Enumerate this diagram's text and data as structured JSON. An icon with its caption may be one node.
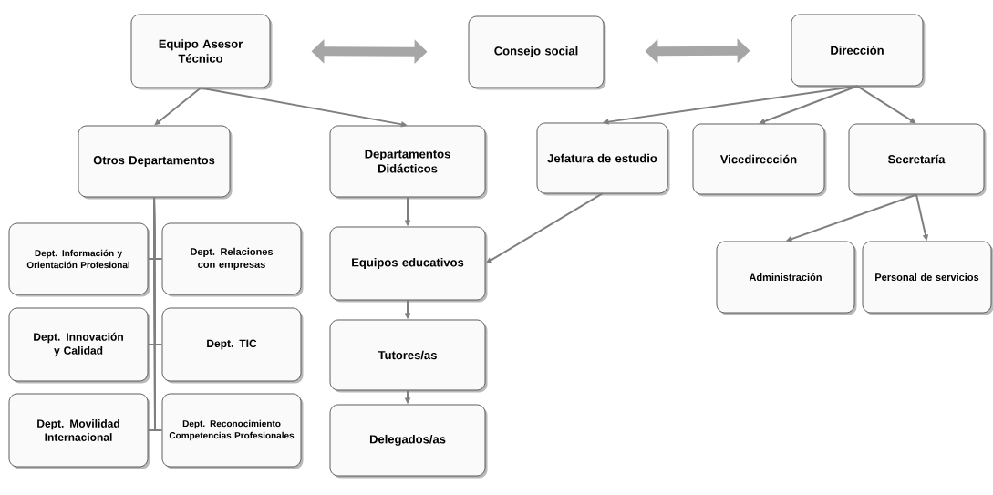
{
  "diagram": {
    "nodes": [
      {
        "text": [
          "Equipo Asesor Técnico"
        ]
      },
      {
        "text": [
          "Consejo social"
        ]
      },
      {
        "text": [
          "Dirección"
        ]
      },
      {
        "text": [
          "Otros Departamentos"
        ]
      },
      {
        "text": [
          "Departamentos Didácticos"
        ]
      },
      {
        "text": [
          "Jefatura de estudio"
        ]
      },
      {
        "text": [
          "Vicedirección"
        ]
      },
      {
        "text": [
          "Secretaría"
        ]
      },
      {
        "text": [
          "Dept. Información y Orientación Profesional"
        ]
      },
      {
        "text": [
          "Dept. Relaciones con empresas"
        ]
      },
      {
        "text": [
          "Equipos educativos"
        ]
      },
      {
        "text": [
          "Administración"
        ]
      },
      {
        "text": [
          "Personal de servicios"
        ]
      },
      {
        "text": [
          "Dept. Innovación y Calidad"
        ]
      },
      {
        "text": [
          "Dept. TIC"
        ]
      },
      {
        "text": [
          "Tutores/as"
        ]
      },
      {
        "text": [
          "Dept. Movilidad Internacional"
        ]
      },
      {
        "text": [
          "Dept. Reconocimiento Competencias Profesionales"
        ]
      },
      {
        "text": [
          "Delegados/as"
        ]
      }
    ],
    "edges": [
      {
        "from": 0,
        "to": 1,
        "arrow": "both",
        "style": "thick",
        "color": "#a6a6a6"
      },
      {
        "from": 1,
        "to": 2,
        "arrow": "both",
        "style": "thick",
        "color": "#a6a6a6"
      },
      {
        "from": 0,
        "to": 3,
        "arrow": "to"
      },
      {
        "from": 0,
        "to": 4,
        "arrow": "to"
      },
      {
        "from": 2,
        "to": 5,
        "arrow": "to"
      },
      {
        "from": 2,
        "to": 6,
        "arrow": "to"
      },
      {
        "from": 2,
        "to": 7,
        "arrow": "to"
      },
      {
        "from": 3,
        "to": 8,
        "arrow": "none"
      },
      {
        "from": 3,
        "to": 9,
        "arrow": "none"
      },
      {
        "from": 3,
        "to": 13,
        "arrow": "none"
      },
      {
        "from": 3,
        "to": 14,
        "arrow": "none"
      },
      {
        "from": 3,
        "to": 16,
        "arrow": "none"
      },
      {
        "from": 3,
        "to": 17,
        "arrow": "none"
      },
      {
        "from": 4,
        "to": 10,
        "arrow": "to"
      },
      {
        "from": 5,
        "to": 10,
        "arrow": "to"
      },
      {
        "from": 7,
        "to": 11,
        "arrow": "to"
      },
      {
        "from": 7,
        "to": 12,
        "arrow": "to"
      },
      {
        "from": 10,
        "to": 15,
        "arrow": "to"
      },
      {
        "from": 15,
        "to": 18,
        "arrow": "to"
      }
    ]
  }
}
